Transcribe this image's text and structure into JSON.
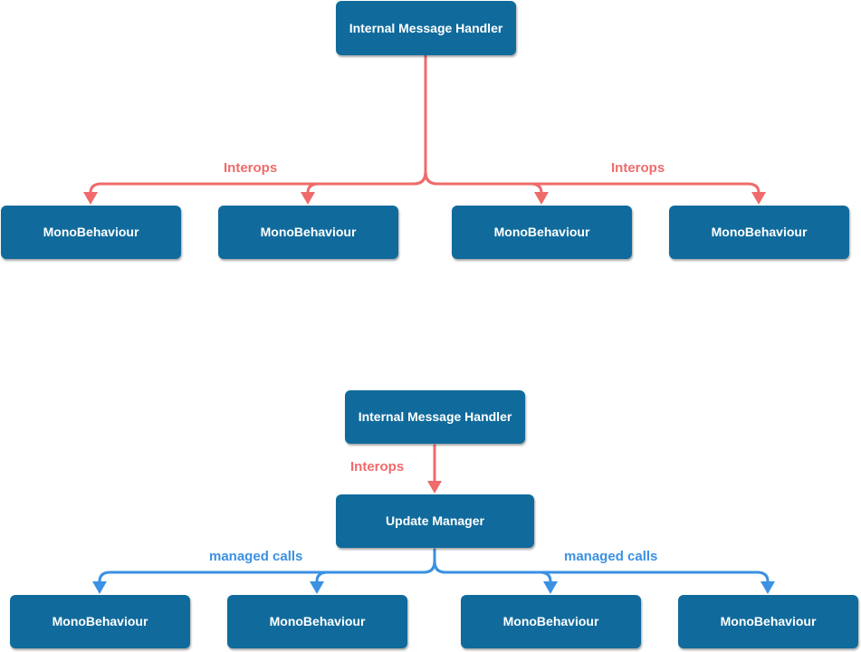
{
  "colors": {
    "node_fill": "#106b9c",
    "interop_edge": "#ef6b6b",
    "managed_edge": "#3b91e3"
  },
  "top_diagram": {
    "root": {
      "label": "Internal Message Handler"
    },
    "edge_labels": {
      "left": "Interops",
      "right": "Interops"
    },
    "children": [
      {
        "label": "MonoBehaviour"
      },
      {
        "label": "MonoBehaviour"
      },
      {
        "label": "MonoBehaviour"
      },
      {
        "label": "MonoBehaviour"
      }
    ]
  },
  "bottom_diagram": {
    "root": {
      "label": "Internal Message Handler"
    },
    "root_edge_label": "Interops",
    "manager": {
      "label": "Update Manager"
    },
    "edge_labels": {
      "left": "managed calls",
      "right": "managed calls"
    },
    "children": [
      {
        "label": "MonoBehaviour"
      },
      {
        "label": "MonoBehaviour"
      },
      {
        "label": "MonoBehaviour"
      },
      {
        "label": "MonoBehaviour"
      }
    ]
  }
}
